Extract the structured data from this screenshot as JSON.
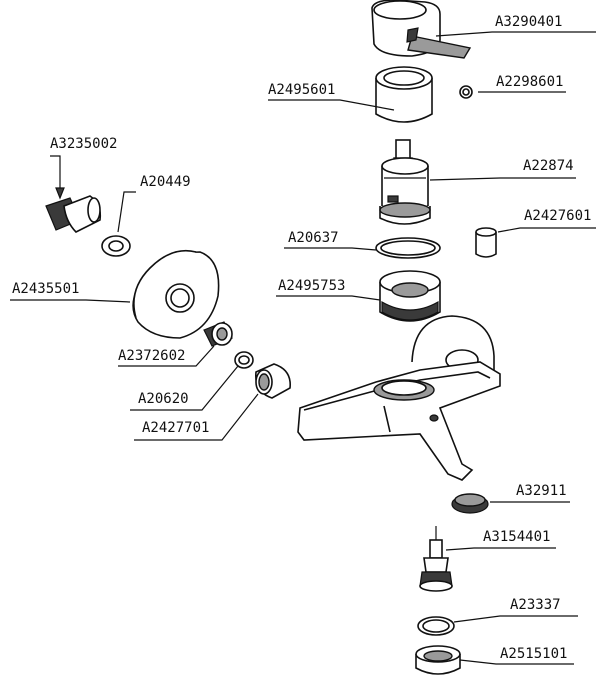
{
  "parts": {
    "a3290401": "A3290401",
    "a2495601": "A2495601",
    "a2298601": "A2298601",
    "a3235002": "A3235002",
    "a20449": "A20449",
    "a22874": "A22874",
    "a2427601": "A2427601",
    "a20637": "A20637",
    "a2435501": "A2435501",
    "a2495753": "A2495753",
    "a2372602": "A2372602",
    "a20620": "A20620",
    "a2427701": "A2427701",
    "a32911": "A32911",
    "a3154401": "A3154401",
    "a23337": "A23337",
    "a2515101": "A2515101"
  }
}
